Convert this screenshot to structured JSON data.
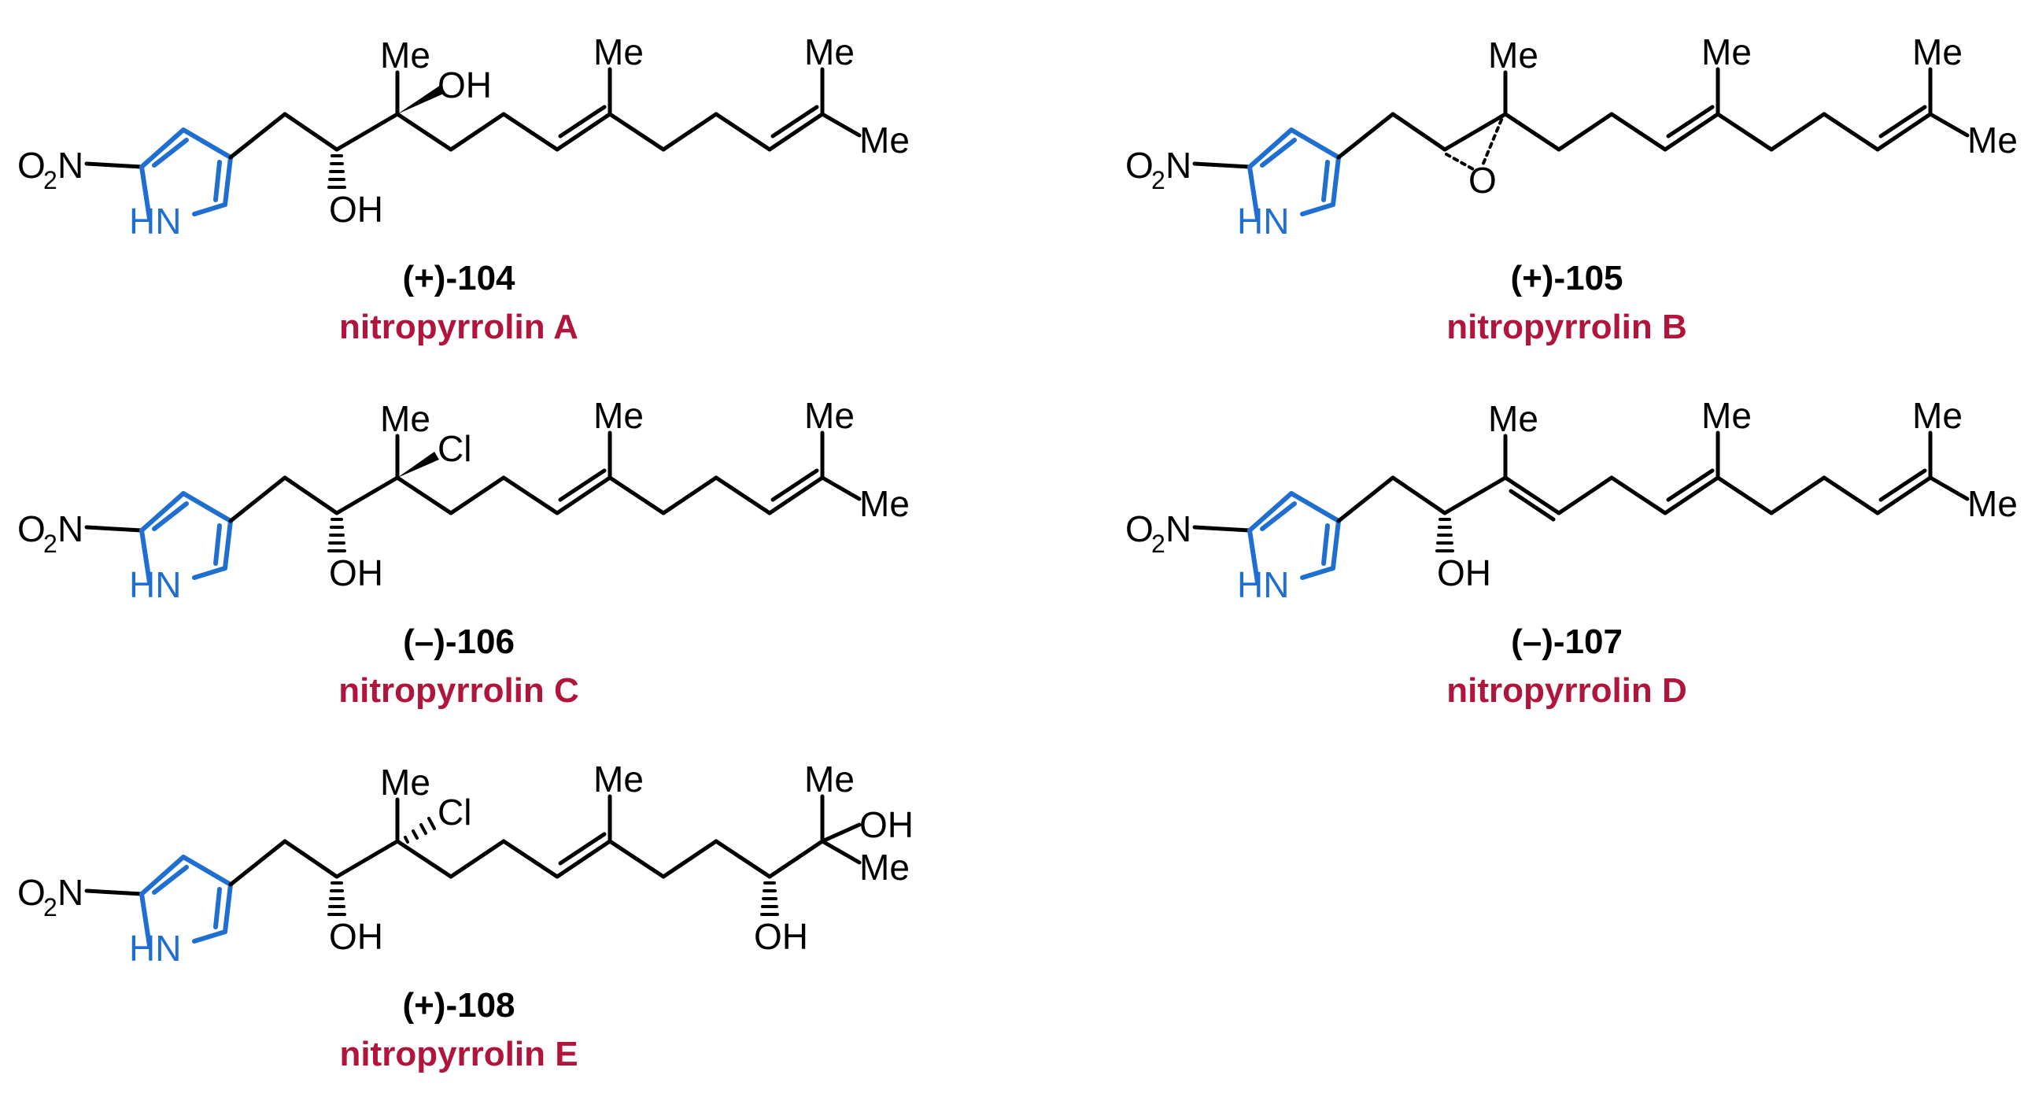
{
  "colors": {
    "pyrrole": "#1f6fd1",
    "compound_name": "#b0153c",
    "bond": "#000000"
  },
  "common_labels": {
    "nitro_prefix": "O",
    "nitro_sub": "2",
    "nitro_suffix": "N",
    "ring_nh": "HN",
    "methyl": "Me",
    "hydroxyl": "OH",
    "chloro": "Cl",
    "epoxide_oxygen": "O"
  },
  "compounds": [
    {
      "id": "(+)-104",
      "name": "nitropyrrolin A"
    },
    {
      "id": "(+)-105",
      "name": "nitropyrrolin B"
    },
    {
      "id": "(–)-106",
      "name": "nitropyrrolin C"
    },
    {
      "id": "(–)-107",
      "name": "nitropyrrolin D"
    },
    {
      "id": "(+)-108",
      "name": "nitropyrrolin E"
    }
  ]
}
